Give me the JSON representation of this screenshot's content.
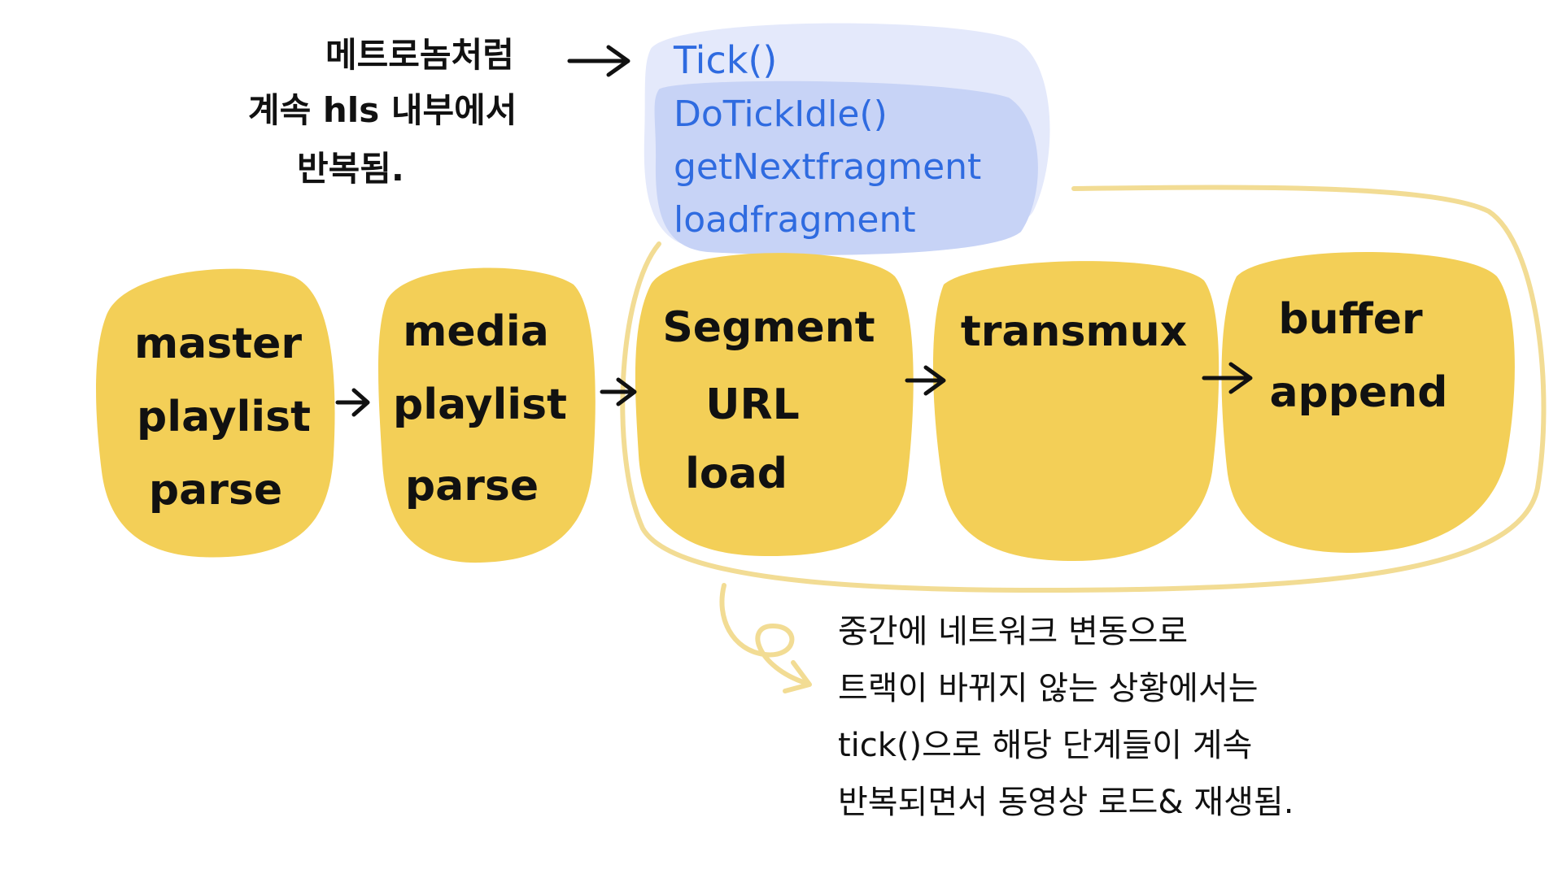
{
  "nodes": [
    {
      "id": "master",
      "lines": [
        "master",
        "playlist",
        "parse"
      ]
    },
    {
      "id": "media",
      "lines": [
        "media",
        "playlist",
        "parse"
      ]
    },
    {
      "id": "segment",
      "lines": [
        "Segment",
        "URL",
        "load"
      ]
    },
    {
      "id": "transmux",
      "lines": [
        "transmux"
      ]
    },
    {
      "id": "buffer",
      "lines": [
        "buffer",
        "append"
      ]
    }
  ],
  "top_note": {
    "lines": [
      "메트로놈처럼",
      "계속 hls 내부에서",
      "반복됨."
    ]
  },
  "code_box": {
    "lines": [
      "Tick()",
      "DoTickIdle()",
      "getNextfragment",
      "loadfragment"
    ]
  },
  "bottom_note": {
    "lines": [
      "중간에 네트워크 변동으로",
      "트랙이 바뀌지 않는 상황에서는",
      "tick()으로 해당 단계들이 계속",
      "반복되면서 동영상 로드& 재생됨."
    ]
  },
  "colors": {
    "node_fill": "#f3cf57",
    "loop_outline": "#f2dc94",
    "code_box_outer": "#e4e9fb",
    "code_box_inner": "#c7d3f6",
    "code_text": "#2f6be0",
    "ink": "#111111"
  }
}
